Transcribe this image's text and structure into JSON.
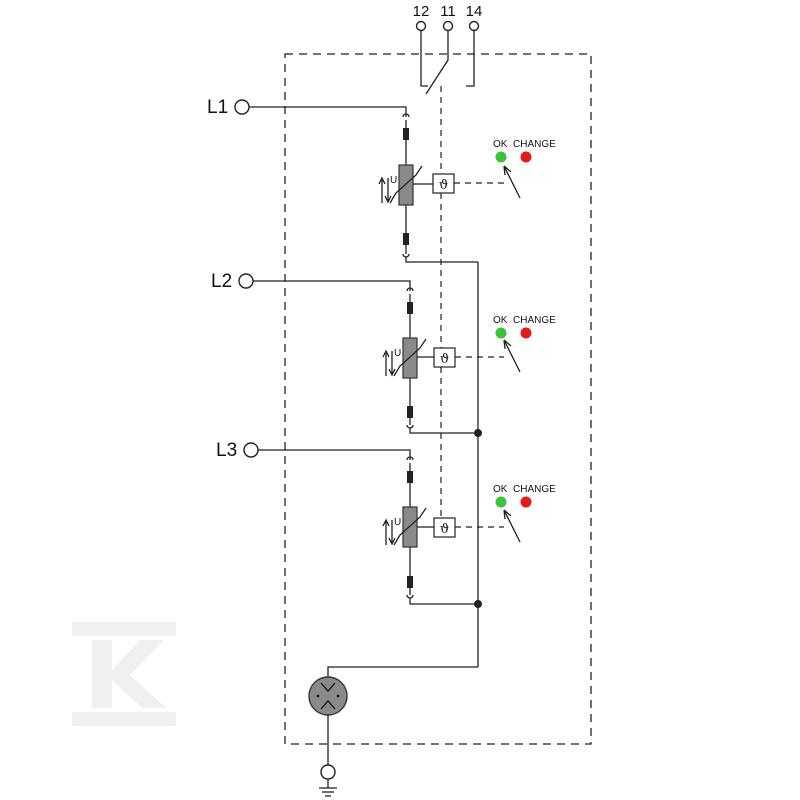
{
  "terminals": {
    "phases": [
      "L1",
      "L2",
      "L3"
    ]
  },
  "contacts": {
    "labels": [
      "12",
      "11",
      "14"
    ]
  },
  "modules": [
    {
      "symbol": "U",
      "thermal": "ϑ",
      "indicator_ok": "OK",
      "indicator_change": "CHANGE"
    },
    {
      "symbol": "U",
      "thermal": "ϑ",
      "indicator_ok": "OK",
      "indicator_change": "CHANGE"
    },
    {
      "symbol": "U",
      "thermal": "ϑ",
      "indicator_ok": "OK",
      "indicator_change": "CHANGE"
    }
  ],
  "colors": {
    "ok_led": "#3bc43b",
    "change_led": "#e21b1b",
    "varistor": "#8a8a8a",
    "gdt": "#8a8a8a",
    "line": "#222222"
  },
  "icons": {
    "ground": "earth-ground-icon",
    "gdt": "gas-discharge-tube-icon"
  }
}
